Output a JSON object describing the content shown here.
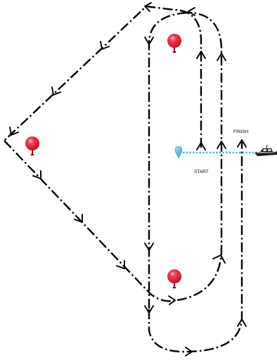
{
  "labels": {
    "start": "START",
    "finish": "FINISH"
  },
  "colors": {
    "route": "#000000",
    "buoy": "#e0202f",
    "start_line": "#3fb6e6",
    "committee_boat": "#111111",
    "pin_marker": "#4cb8e8"
  },
  "marks": [
    {
      "name": "mark-top",
      "icon": "buoy-icon"
    },
    {
      "name": "mark-left",
      "icon": "buoy-icon"
    },
    {
      "name": "mark-bottom",
      "icon": "buoy-icon"
    }
  ]
}
